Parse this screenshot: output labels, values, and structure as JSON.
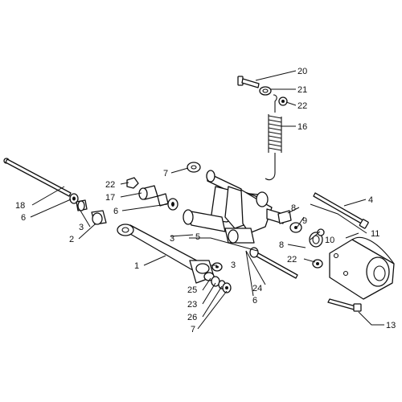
{
  "callouts": [
    {
      "id": "c20",
      "text": "20"
    },
    {
      "id": "c21",
      "text": "21"
    },
    {
      "id": "c22a",
      "text": "22"
    },
    {
      "id": "c16",
      "text": "16"
    },
    {
      "id": "c7a",
      "text": "7"
    },
    {
      "id": "c22b",
      "text": "22"
    },
    {
      "id": "c17",
      "text": "17"
    },
    {
      "id": "c6a",
      "text": "6"
    },
    {
      "id": "c18",
      "text": "18"
    },
    {
      "id": "c6b",
      "text": "6"
    },
    {
      "id": "c3a",
      "text": "3"
    },
    {
      "id": "c2",
      "text": "2"
    },
    {
      "id": "c4",
      "text": "4"
    },
    {
      "id": "c8a",
      "text": "8"
    },
    {
      "id": "c9",
      "text": "9"
    },
    {
      "id": "c11",
      "text": "11"
    },
    {
      "id": "c10",
      "text": "10"
    },
    {
      "id": "c8b",
      "text": "8"
    },
    {
      "id": "c22c",
      "text": "22"
    },
    {
      "id": "c3b",
      "text": "3"
    },
    {
      "id": "c5",
      "text": "5"
    },
    {
      "id": "c1",
      "text": "1"
    },
    {
      "id": "c3c",
      "text": "3"
    },
    {
      "id": "c24",
      "text": "24"
    },
    {
      "id": "c6c",
      "text": "6"
    },
    {
      "id": "c25",
      "text": "25"
    },
    {
      "id": "c23",
      "text": "23"
    },
    {
      "id": "c26",
      "text": "26"
    },
    {
      "id": "c7b",
      "text": "7"
    },
    {
      "id": "c13",
      "text": "13"
    }
  ]
}
